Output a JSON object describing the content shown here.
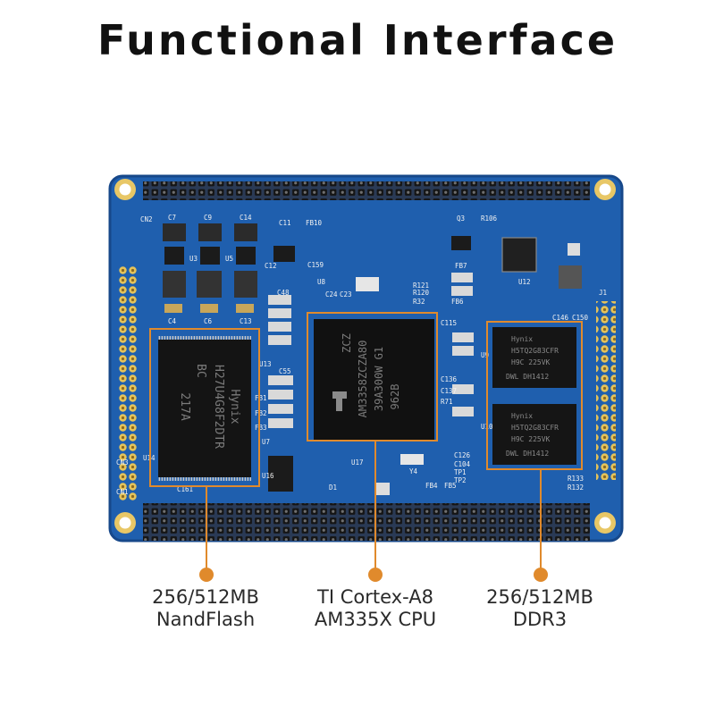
{
  "title": "Functional Interface",
  "colors": {
    "pcb": "#1f5fae",
    "pcb_edge": "#17488a",
    "chip": "#141414",
    "callout": "#e08a2c",
    "header_pin": "#1e1e1e",
    "mount_hole": "#e8c766"
  },
  "chips": {
    "nand": {
      "brand": "Hynix",
      "part": "H27U4G8F2DTR",
      "code1": "BC",
      "code2": "217A"
    },
    "cpu": {
      "part": "AM3358ZCZA80",
      "code1": "39A300W G1",
      "code2": "962B",
      "code3": "ZCZ"
    },
    "ddr_top": {
      "brand": "Hynix",
      "part": "H5TQ2G83CFR",
      "code1": "H9C   225VK",
      "code2": "DWL DH1412"
    },
    "ddr_bottom": {
      "brand": "Hynix",
      "part": "H5TQ2G83CFR",
      "code1": "H9C   225VK",
      "code2": "DWL DH1412"
    }
  },
  "silkscreen": [
    "CN2",
    "C7",
    "C9",
    "C14",
    "C11",
    "FB10",
    "Q3",
    "R106",
    "C159",
    "U3",
    "U5",
    "C12",
    "FB7",
    "U12",
    "C4",
    "C6",
    "C13",
    "C48",
    "U8",
    "C24",
    "C23",
    "R121",
    "R120",
    "R32",
    "FB6",
    "J1",
    "C146",
    "C150",
    "C115",
    "U9",
    "C55",
    "FB1",
    "FB2",
    "FB3",
    "C137",
    "R71",
    "C136",
    "U7",
    "U16",
    "C126",
    "C104",
    "U10",
    "TP1",
    "TP2",
    "FB4",
    "FB5",
    "R133",
    "R132",
    "CN3",
    "U14",
    "C161",
    "CN1",
    "D1",
    "Y4",
    "U13",
    "U17"
  ],
  "callouts": [
    {
      "line1": "256/512MB",
      "line2": "NandFlash"
    },
    {
      "line1": "TI Cortex-A8",
      "line2": "AM335X CPU"
    },
    {
      "line1": "256/512MB",
      "line2": "DDR3"
    }
  ]
}
